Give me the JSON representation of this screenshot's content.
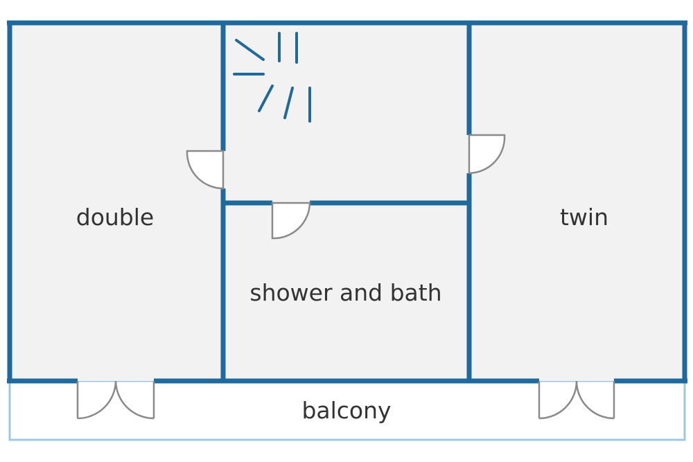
{
  "colors": {
    "wall": "#1f6a9c",
    "balcony_outline": "#9cc8e4",
    "floor": "#f2f2f2",
    "door": "#8a8a8a",
    "label": "#333333"
  },
  "rooms": {
    "double": {
      "label": "double"
    },
    "shower": {
      "label": "shower and bath"
    },
    "twin": {
      "label": "twin"
    },
    "balcony": {
      "label": "balcony"
    }
  },
  "icons": {
    "stairs": "stairs-icon"
  }
}
